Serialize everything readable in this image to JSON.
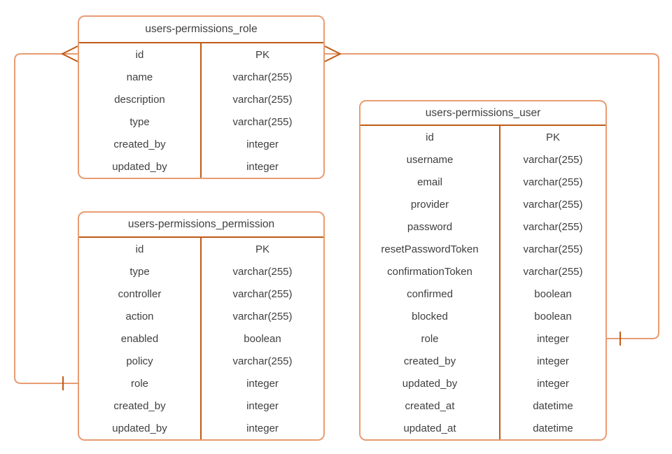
{
  "colors": {
    "table_border": "#E89C72",
    "divider": "#C05A16",
    "connector_line": "#E89C72",
    "connector_marker": "#C05A16",
    "text": "#3F3F3F",
    "background": "#FFFFFF"
  },
  "tables": [
    {
      "id": "role",
      "title": "users-permissions_role",
      "rows": [
        {
          "field": "id",
          "type": "PK"
        },
        {
          "field": "name",
          "type": "varchar(255)"
        },
        {
          "field": "description",
          "type": "varchar(255)"
        },
        {
          "field": "type",
          "type": "varchar(255)"
        },
        {
          "field": "created_by",
          "type": "integer"
        },
        {
          "field": "updated_by",
          "type": "integer"
        }
      ]
    },
    {
      "id": "permission",
      "title": "users-permissions_permission",
      "rows": [
        {
          "field": "id",
          "type": "PK"
        },
        {
          "field": "type",
          "type": "varchar(255)"
        },
        {
          "field": "controller",
          "type": "varchar(255)"
        },
        {
          "field": "action",
          "type": "varchar(255)"
        },
        {
          "field": "enabled",
          "type": "boolean"
        },
        {
          "field": "policy",
          "type": "varchar(255)"
        },
        {
          "field": "role",
          "type": "integer"
        },
        {
          "field": "created_by",
          "type": "integer"
        },
        {
          "field": "updated_by",
          "type": "integer"
        }
      ]
    },
    {
      "id": "user",
      "title": "users-permissions_user",
      "rows": [
        {
          "field": "id",
          "type": "PK"
        },
        {
          "field": "username",
          "type": "varchar(255)"
        },
        {
          "field": "email",
          "type": "varchar(255)"
        },
        {
          "field": "provider",
          "type": "varchar(255)"
        },
        {
          "field": "password",
          "type": "varchar(255)"
        },
        {
          "field": "resetPasswordToken",
          "type": "varchar(255)"
        },
        {
          "field": "confirmationToken",
          "type": "varchar(255)"
        },
        {
          "field": "confirmed",
          "type": "boolean"
        },
        {
          "field": "blocked",
          "type": "boolean"
        },
        {
          "field": "role",
          "type": "integer"
        },
        {
          "field": "created_by",
          "type": "integer"
        },
        {
          "field": "updated_by",
          "type": "integer"
        },
        {
          "field": "created_at",
          "type": "datetime"
        },
        {
          "field": "updated_at",
          "type": "datetime"
        }
      ]
    }
  ],
  "relationships": [
    {
      "from_table": "users-permissions_role",
      "from_field": "id",
      "from_marker": "many-crow-foot",
      "to_table": "users-permissions_permission",
      "to_field": "role",
      "to_marker": "one-tick"
    },
    {
      "from_table": "users-permissions_role",
      "from_field": "id",
      "from_marker": "many-crow-foot",
      "to_table": "users-permissions_user",
      "to_field": "role",
      "to_marker": "one-tick"
    }
  ]
}
